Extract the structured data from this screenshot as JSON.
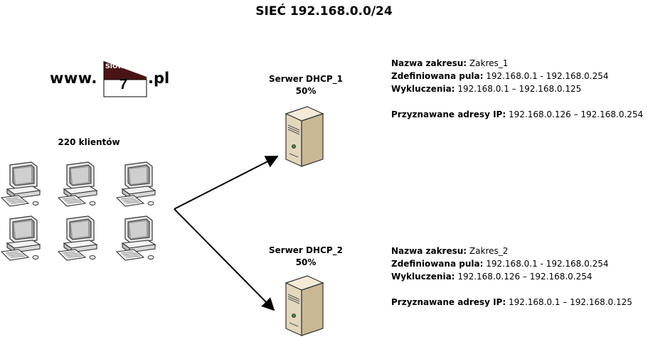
{
  "title": "SIEĆ 192.168.0.0/24",
  "logo": {
    "prefix": "www.",
    "badge_top": "slow",
    "badge_bottom": "7",
    "suffix": ".pl"
  },
  "clients": {
    "label": "220 klientów",
    "count": 6
  },
  "servers": [
    {
      "name": "Serwer DHCP_1",
      "share": "50%",
      "scope_label": "Nazwa zakresu:",
      "scope_value": "Zakres_1",
      "pool_label": "Zdefiniowana pula:",
      "pool_value": "192.168.0.1 - 192.168.0.254",
      "excl_label": "Wykluczenia:",
      "excl_value": "192.168.0.1 – 192.168.0.125",
      "assigned_label": "Przyznawane adresy IP:",
      "assigned_value": "192.168.0.126 – 192.168.0.254"
    },
    {
      "name": "Serwer DHCP_2",
      "share": "50%",
      "scope_label": "Nazwa zakresu:",
      "scope_value": "Zakres_2",
      "pool_label": "Zdefiniowana pula:",
      "pool_value": "192.168.0.1 - 192.168.0.254",
      "excl_label": "Wykluczenia:",
      "excl_value": "192.168.0.126 – 192.168.0.254",
      "assigned_label": "Przyznawane adresy IP:",
      "assigned_value": "192.168.0.1 – 192.168.0.125"
    }
  ]
}
